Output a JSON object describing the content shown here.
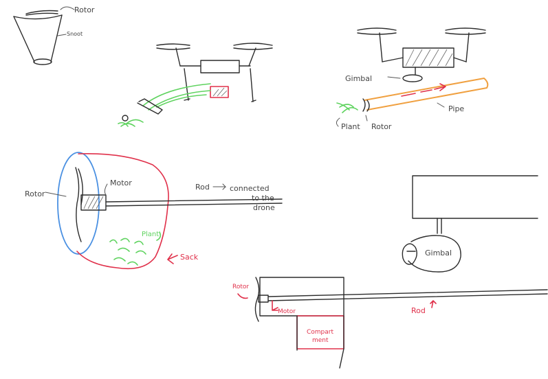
{
  "labels": {
    "s1_rotor": "Rotor",
    "s1_snout": "Snoot",
    "s3_gimbal": "Gimbal",
    "s3_plant": "Plant",
    "s3_rotor": "Rotor",
    "s3_pipe": "Pipe",
    "s4_rotor": "Rotor",
    "s4_motor": "Motor",
    "s4_rod": "Rod",
    "s4_connected_1": "connected",
    "s4_connected_2": "to the",
    "s4_connected_3": "drone",
    "s4_plant": "Plant",
    "s4_sack": "Sack",
    "s5_gimbal": "Gimbal",
    "s6_rotor": "Rotor",
    "s6_motor": "Motor",
    "s6_compart_1": "Compart",
    "s6_compart_2": "ment",
    "s6_rod": "Rod"
  },
  "colors": {
    "ink": "#2b2b2b",
    "green": "#5fd35f",
    "red": "#e0304a",
    "orange": "#f0a040",
    "blue": "#4a90e2"
  }
}
